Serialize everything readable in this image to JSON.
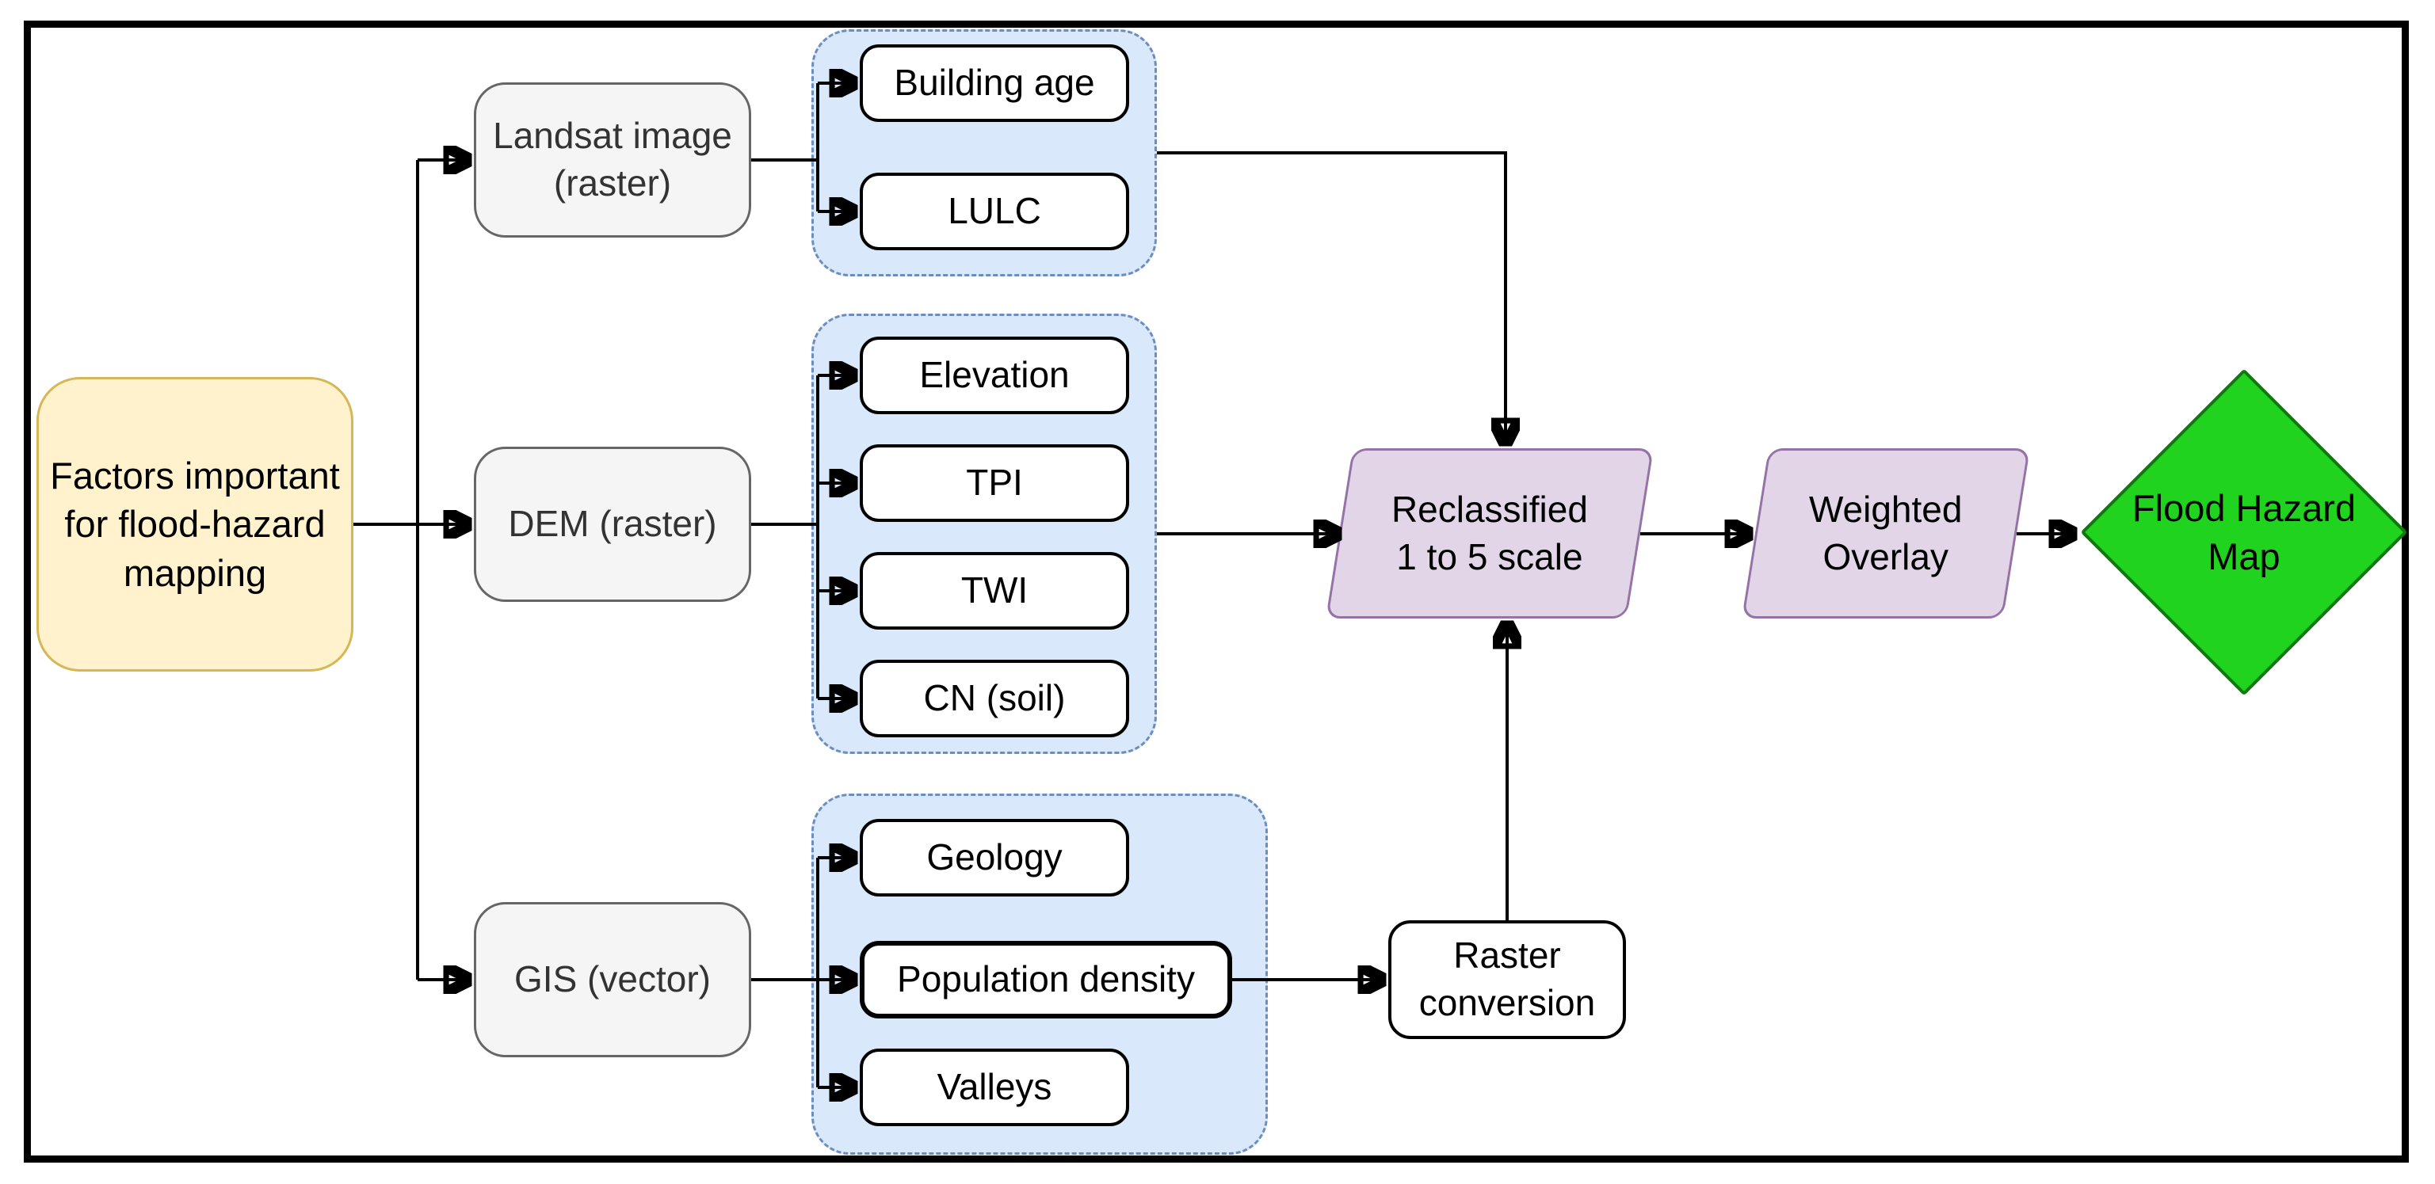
{
  "colors": {
    "source_fill": "#FFF2CC",
    "source_border": "#D6B656",
    "input_fill": "#F5F5F5",
    "input_border": "#666666",
    "group_fill": "#DAE8FC",
    "group_border": "#6C8EBF",
    "factor_fill": "#FFFFFF",
    "factor_border": "#000000",
    "process_fill": "#E1D5E7",
    "process_border": "#9673A6",
    "output_fill": "#1FD31F",
    "output_border": "#117711",
    "line": "#000000"
  },
  "source": {
    "label": "Factors important\nfor flood-hazard\nmapping"
  },
  "inputs": {
    "landsat": {
      "label": "Landsat image\n(raster)"
    },
    "dem": {
      "label": "DEM (raster)"
    },
    "gis": {
      "label": "GIS (vector)"
    }
  },
  "factor_groups": {
    "landsat_derived": {
      "items": [
        {
          "label": "Building age"
        },
        {
          "label": "LULC"
        }
      ]
    },
    "dem_derived": {
      "items": [
        {
          "label": "Elevation"
        },
        {
          "label": "TPI"
        },
        {
          "label": "TWI"
        },
        {
          "label": "CN (soil)"
        }
      ]
    },
    "gis_derived": {
      "items": [
        {
          "label": "Geology"
        },
        {
          "label": "Population density"
        },
        {
          "label": "Valleys"
        }
      ]
    }
  },
  "processes": {
    "raster_conversion": {
      "label": "Raster\nconversion"
    },
    "reclassified": {
      "label": "Reclassified\n1 to 5 scale"
    },
    "weighted_overlay": {
      "label": "Weighted\nOverlay"
    }
  },
  "output": {
    "label": "Flood Hazard\nMap"
  },
  "edges": [
    {
      "from": "factors-source",
      "to": "landsat"
    },
    {
      "from": "factors-source",
      "to": "dem"
    },
    {
      "from": "factors-source",
      "to": "gis"
    },
    {
      "from": "landsat",
      "to": "building-age"
    },
    {
      "from": "landsat",
      "to": "lulc"
    },
    {
      "from": "dem",
      "to": "elevation"
    },
    {
      "from": "dem",
      "to": "tpi"
    },
    {
      "from": "dem",
      "to": "twi"
    },
    {
      "from": "dem",
      "to": "cn-soil"
    },
    {
      "from": "gis",
      "to": "geology"
    },
    {
      "from": "gis",
      "to": "population-density"
    },
    {
      "from": "gis",
      "to": "valleys"
    },
    {
      "from": "landsat-derived-group",
      "to": "reclassified"
    },
    {
      "from": "dem-derived-group",
      "to": "reclassified"
    },
    {
      "from": "population-density",
      "to": "raster-conversion"
    },
    {
      "from": "raster-conversion",
      "to": "reclassified"
    },
    {
      "from": "reclassified",
      "to": "weighted-overlay"
    },
    {
      "from": "weighted-overlay",
      "to": "flood-hazard-map"
    }
  ]
}
